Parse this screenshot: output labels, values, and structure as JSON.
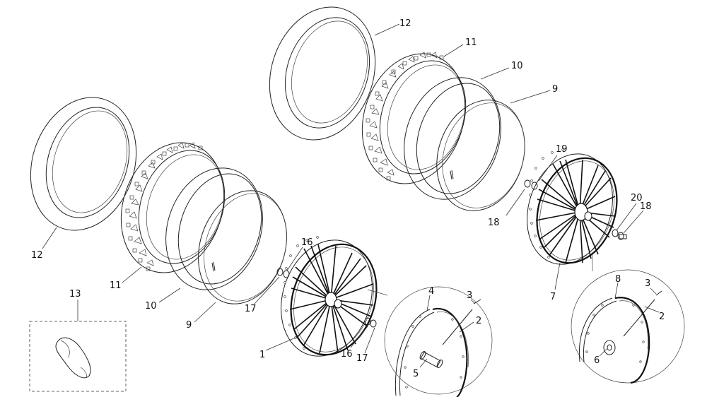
{
  "callouts": {
    "c1": "1",
    "c2a": "2",
    "c2b": "2",
    "c3a": "3",
    "c3b": "3",
    "c4": "4",
    "c5": "5",
    "c6": "6",
    "c7": "7",
    "c8": "8",
    "c9a": "9",
    "c9b": "9",
    "c10a": "10",
    "c10b": "10",
    "c11a": "11",
    "c11b": "11",
    "c12a": "12",
    "c12b": "12",
    "c13": "13",
    "c16a": "16",
    "c16b": "16",
    "c17a": "17",
    "c17b": "17",
    "c18a": "18",
    "c18b": "18",
    "c19": "19",
    "c20": "20"
  }
}
